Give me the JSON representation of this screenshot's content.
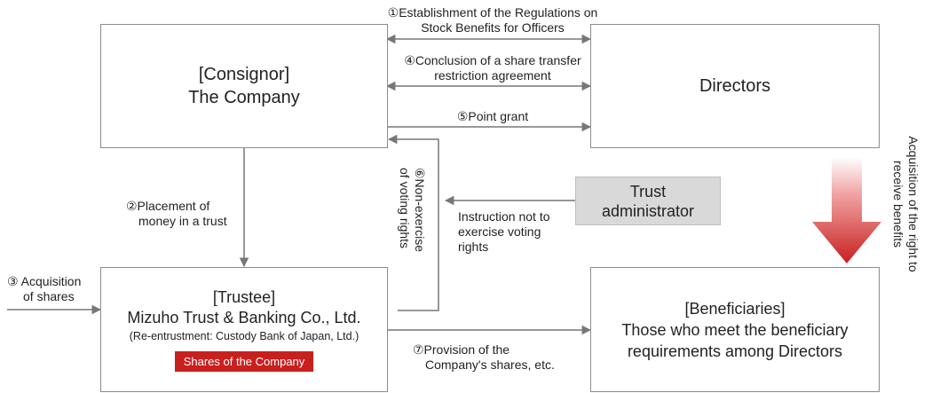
{
  "consignor": {
    "line1": "[Consignor]",
    "line2": "The Company"
  },
  "directors": {
    "label": "Directors"
  },
  "trust_admin": {
    "line1": "Trust",
    "line2": "administrator"
  },
  "trustee": {
    "line1": "[Trustee]",
    "line2": "Mizuho Trust & Banking Co., Ltd.",
    "line3": "(Re-entrustment: Custody Bank of Japan, Ltd.)",
    "shares_tag": "Shares of the Company"
  },
  "beneficiaries": {
    "line1": "[Beneficiaries]",
    "line2": "Those who meet the beneficiary",
    "line3": "requirements among Directors"
  },
  "steps": {
    "s1_line1": "①Establishment of the Regulations on",
    "s1_line2": "Stock Benefits for Officers",
    "s4_line1": "④Conclusion of a share transfer",
    "s4_line2": "restriction agreement",
    "s5": "⑤Point grant",
    "s2_line1": "②Placement of",
    "s2_line2": "money in a trust",
    "s3_line1": "③ Acquisition",
    "s3_line2": "of shares",
    "s6_line1": "⑥Non-exercise",
    "s6_line2": "of voting rights",
    "instruction_line1": "Instruction not to",
    "instruction_line2": "exercise voting",
    "instruction_line3": "rights",
    "s7_line1": "⑦Provision of the",
    "s7_line2": "Company's shares, etc.",
    "receive_line1": "Acquisition of the right to",
    "receive_line2": "receive benefits"
  },
  "colors": {
    "red": "#c8201f",
    "grey_box": "#d9d9d9",
    "arrow": "#777777"
  }
}
